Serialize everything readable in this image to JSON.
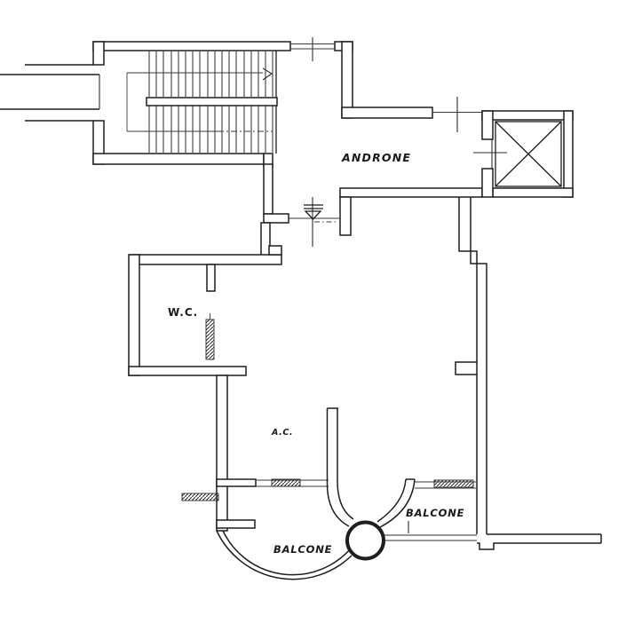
{
  "plan": {
    "labels": {
      "hall": "ANDRONE",
      "wc": "W.C.",
      "ac": "A.C.",
      "balcony_main": "BALCONE",
      "balcony_right": "BALCONE"
    },
    "colors": {
      "background": "#ffffff",
      "wall_line": "#1e1e1e",
      "thin_line": "#3a3a3a",
      "text": "#1a1a1a"
    }
  }
}
